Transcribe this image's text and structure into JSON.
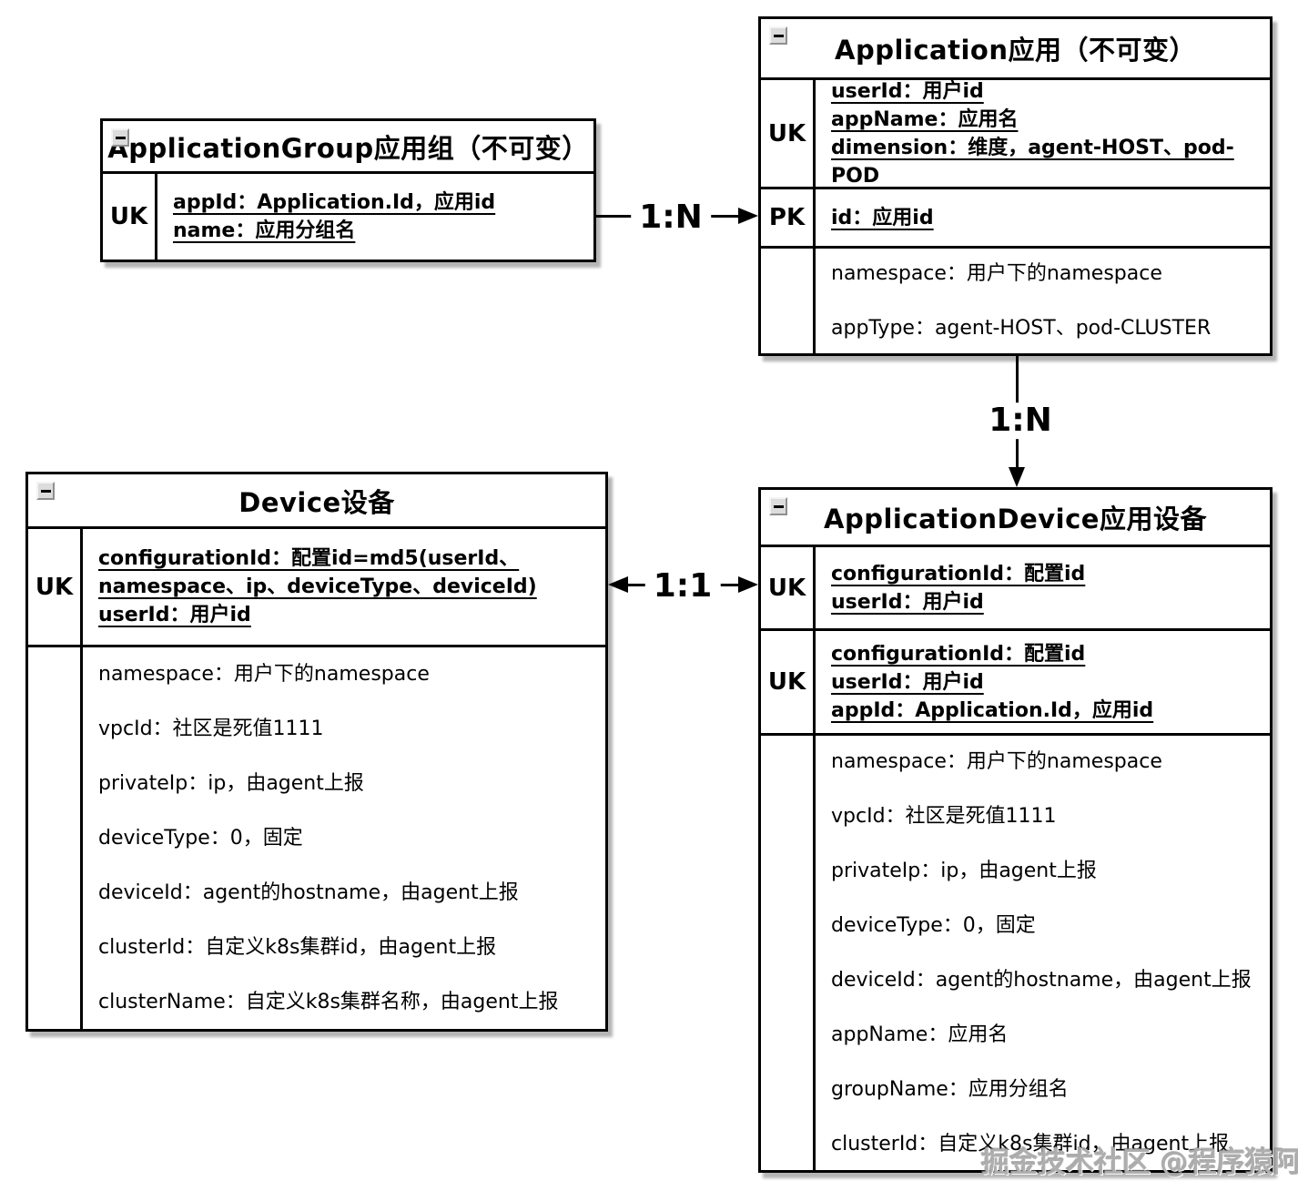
{
  "tables": [
    {
      "name": "ApplicationGroup",
      "title": "ApplicationGroup应用组（不可变）",
      "sections": [
        {
          "key": "UK",
          "lines": [
            "appId：Application.Id，应用id",
            "name：应用分组名"
          ]
        }
      ]
    },
    {
      "name": "Application",
      "title": "Application应用（不可变）",
      "sections": [
        {
          "key": "UK",
          "lines": [
            "userId：用户id",
            "appName：应用名",
            "dimension：维度，agent-HOST、pod-POD"
          ]
        },
        {
          "key": "PK",
          "lines": [
            "id：应用id"
          ]
        },
        {
          "key": "",
          "lines": [
            "namespace：用户下的namespace",
            "appType：agent-HOST、pod-CLUSTER"
          ]
        }
      ]
    },
    {
      "name": "Device",
      "title": "Device设备",
      "sections": [
        {
          "key": "UK",
          "lines": [
            "configurationId：配置id=md5(userId、",
            "namespace、ip、deviceType、deviceId)",
            "userId：用户id"
          ]
        },
        {
          "key": "",
          "lines": [
            "namespace：用户下的namespace",
            "vpcId：社区是死值1111",
            "privateIp：ip，由agent上报",
            "deviceType：0，固定",
            "deviceId：agent的hostname，由agent上报",
            "clusterId：自定义k8s集群id，由agent上报",
            "clusterName：自定义k8s集群名称，由agent上报"
          ]
        }
      ]
    },
    {
      "name": "ApplicationDevice",
      "title": "ApplicationDevice应用设备",
      "sections": [
        {
          "key": "UK",
          "lines": [
            "configurationId：配置id",
            "userId：用户id"
          ]
        },
        {
          "key": "UK",
          "lines": [
            "configurationId：配置id",
            "userId：用户id",
            "appId：Application.Id，应用id"
          ]
        },
        {
          "key": "",
          "lines": [
            "namespace：用户下的namespace",
            "vpcId：社区是死值1111",
            "privateIp：ip，由agent上报",
            "deviceType：0，固定",
            "deviceId：agent的hostname，由agent上报",
            "appName：应用名",
            "groupName：应用分组名",
            "clusterId：自定义k8s集群id，由agent上报"
          ]
        }
      ]
    }
  ],
  "connectors": [
    {
      "label": "1:N",
      "from": "ApplicationGroup",
      "to": "Application"
    },
    {
      "label": "1:N",
      "from": "Application",
      "to": "ApplicationDevice"
    },
    {
      "label": "1:1",
      "from": "Device",
      "to": "ApplicationDevice"
    }
  ],
  "watermark": "掘金技术社区 @程序猿阿越"
}
